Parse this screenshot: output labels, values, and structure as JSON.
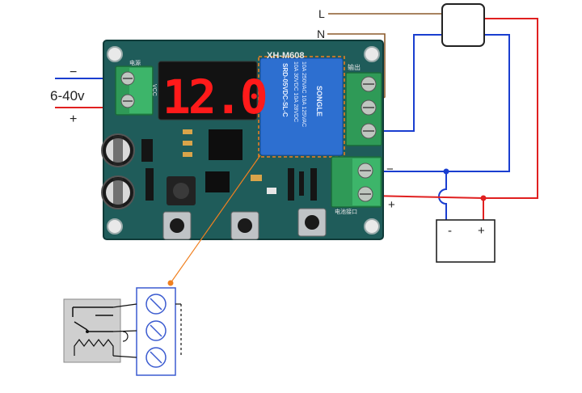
{
  "mains": {
    "line_label": "L",
    "neutral_label": "N"
  },
  "supply": {
    "minus_label": "−",
    "voltage_label": "6-40v",
    "plus_label": "+"
  },
  "board": {
    "model": "XH-M608",
    "display_value": "12.0",
    "power_label": "电源",
    "vcc_label": "VCC",
    "output_label": "输出",
    "battery_terminal_label": "电池接口",
    "relay": {
      "brand": "SONGLE",
      "ratings": [
        "10A 250VAC 10A 125VAC",
        "10A 30VDC 10A 28VDC"
      ],
      "model": "SRD-05VDC-SL-C"
    }
  },
  "battery": {
    "minus_label": "-",
    "plus_label": "+"
  },
  "terminal_side": {
    "minus_label": "−",
    "plus_label": "+"
  },
  "colors": {
    "pcb": "#1f5c5a",
    "display_on": "#ff1a1a",
    "relay": "#2d6fd0",
    "terminal": "#2f9a57",
    "wire_red": "#e02020",
    "wire_blue": "#1a3ed0",
    "wire_brown": "#8b5a2b",
    "callout": "#f08020"
  }
}
